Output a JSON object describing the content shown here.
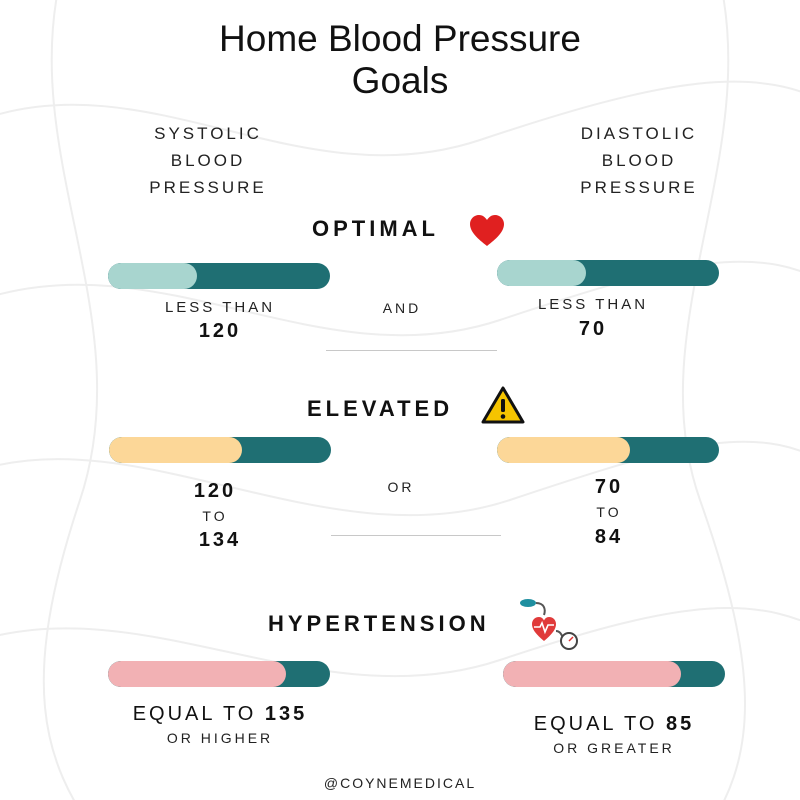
{
  "title": {
    "line1": "Home Blood Pressure",
    "line2": "Goals"
  },
  "columns": {
    "systolic": [
      "SYSTOLIC",
      "BLOOD",
      "PRESSURE"
    ],
    "diastolic": [
      "DIASTOLIC",
      "BLOOD",
      "PRESSURE"
    ]
  },
  "colors": {
    "track": "#1f6f73",
    "optimal_fill": "#a8d5cf",
    "elevated_fill": "#fcd798",
    "hypertension_fill": "#f2b1b4",
    "heart": "#e02020",
    "warning": "#f5c400"
  },
  "sections": {
    "optimal": {
      "title": "OPTIMAL",
      "icon": "heart-icon",
      "systolic_fill": 0.4,
      "diastolic_fill": 0.4,
      "systolic_text": "LESS THAN",
      "systolic_value": "120",
      "connector": "AND",
      "diastolic_text": "LESS THAN",
      "diastolic_value": "70"
    },
    "elevated": {
      "title": "ELEVATED",
      "icon": "warning-icon",
      "systolic_fill": 0.6,
      "diastolic_fill": 0.6,
      "systolic_from": "120",
      "systolic_to_word": "TO",
      "systolic_to": "134",
      "connector": "OR",
      "diastolic_from": "70",
      "diastolic_to_word": "TO",
      "diastolic_to": "84"
    },
    "hypertension": {
      "title": "HYPERTENSION",
      "icon": "blood-pressure-monitor-icon",
      "systolic_fill": 0.8,
      "diastolic_fill": 0.8,
      "systolic_prefix": "EQUAL TO",
      "systolic_value": "135",
      "systolic_suffix": "OR HIGHER",
      "diastolic_prefix": "EQUAL TO",
      "diastolic_value": "85",
      "diastolic_suffix": "OR GREATER"
    }
  },
  "footer": "@COYNEMEDICAL"
}
